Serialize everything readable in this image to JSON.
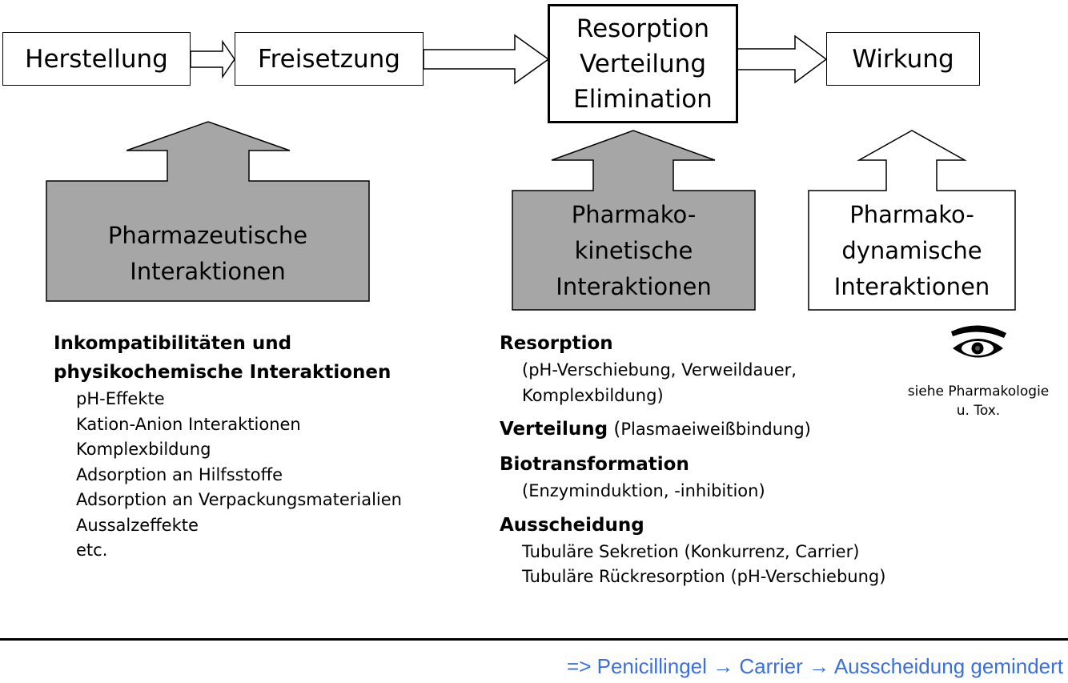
{
  "flow": {
    "herstellung": "Herstellung",
    "freisetzung": "Freisetzung",
    "adme_lines": [
      "Resorption",
      "Verteilung",
      "Elimination"
    ],
    "wirkung": "Wirkung"
  },
  "pharmazeutisch": {
    "label_lines": [
      "Pharmazeutische",
      "Interaktionen"
    ],
    "heading_lines": [
      "Inkompatibilitäten und",
      "physikochemische Interaktionen"
    ],
    "items": [
      "pH-Effekte",
      "Kation-Anion Interaktionen",
      "Komplexbildung",
      "Adsorption an Hilfsstoffe",
      "Adsorption an Verpackungsmaterialien",
      "Aussalzeffekte",
      "etc."
    ]
  },
  "pharmakokinetisch": {
    "label_lines": [
      "Pharmako-",
      "kinetische",
      "Interaktionen"
    ],
    "sections": {
      "resorption": {
        "title": "Resorption",
        "lines": [
          "(pH-Verschiebung, Verweildauer,",
          "Komplexbildung)"
        ]
      },
      "verteilung": {
        "title": "Verteilung",
        "paren_open": " (",
        "detail": "Plasmaeiweißbindung)"
      },
      "biotransformation": {
        "title": "Biotransformation",
        "lines": [
          "(Enzyminduktion, -inhibition)"
        ]
      },
      "ausscheidung": {
        "title": "Ausscheidung",
        "lines": [
          "Tubuläre Sekretion (Konkurrenz, Carrier)",
          "Tubuläre Rückresorption (pH-Verschiebung)"
        ]
      }
    }
  },
  "pharmakodynamisch": {
    "label_lines": [
      "Pharmako-",
      "dynamische",
      "Interaktionen"
    ],
    "note_lines": [
      "siehe Pharmakologie",
      "u. Tox."
    ]
  },
  "footer": {
    "text": "=> Penicillingel → Carrier → Ausscheidung gemindert"
  },
  "colors": {
    "gray_fill": "#a6a6a6",
    "footer_blue": "#3a6fe0",
    "line": "#000000"
  }
}
